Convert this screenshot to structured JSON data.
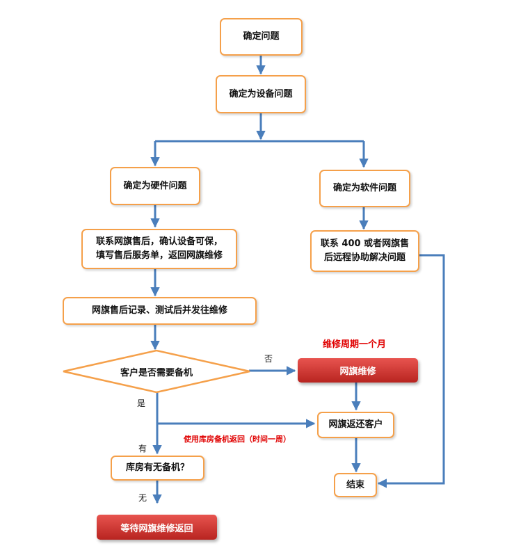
{
  "nodes": {
    "confirm_issue": "确定问题",
    "device_issue": "确定为设备问题",
    "hardware_issue": "确定为硬件问题",
    "software_issue": "确定为软件问题",
    "contact_after_sales_line1": "联系网旗售后，确认设备可保，",
    "contact_after_sales_line2": "填写售后服务单，返回网旗维修",
    "record_test": "网旗售后记录、测试后并发往维修",
    "need_backup": "客户是否需要备机",
    "contact_400_line1": "联系 400 或者网旗售",
    "contact_400_line2": "后远程协助解决问题",
    "repair": "网旗维修",
    "return_customer": "网旗返还客户",
    "inventory_backup": "库房有无备机？",
    "end": "结束",
    "wait_repair": "等待网旗维修返回"
  },
  "labels": {
    "no": "否",
    "yes": "是",
    "have": "有",
    "none": "无",
    "repair_cycle": "维修周期一个月",
    "use_backup": "使用库房备机返回（时间一周）"
  },
  "colors": {
    "arrow": "#4a7ebb",
    "box_border": "#f5a04a",
    "red_box": "#c9302c",
    "note": "#e00000"
  }
}
